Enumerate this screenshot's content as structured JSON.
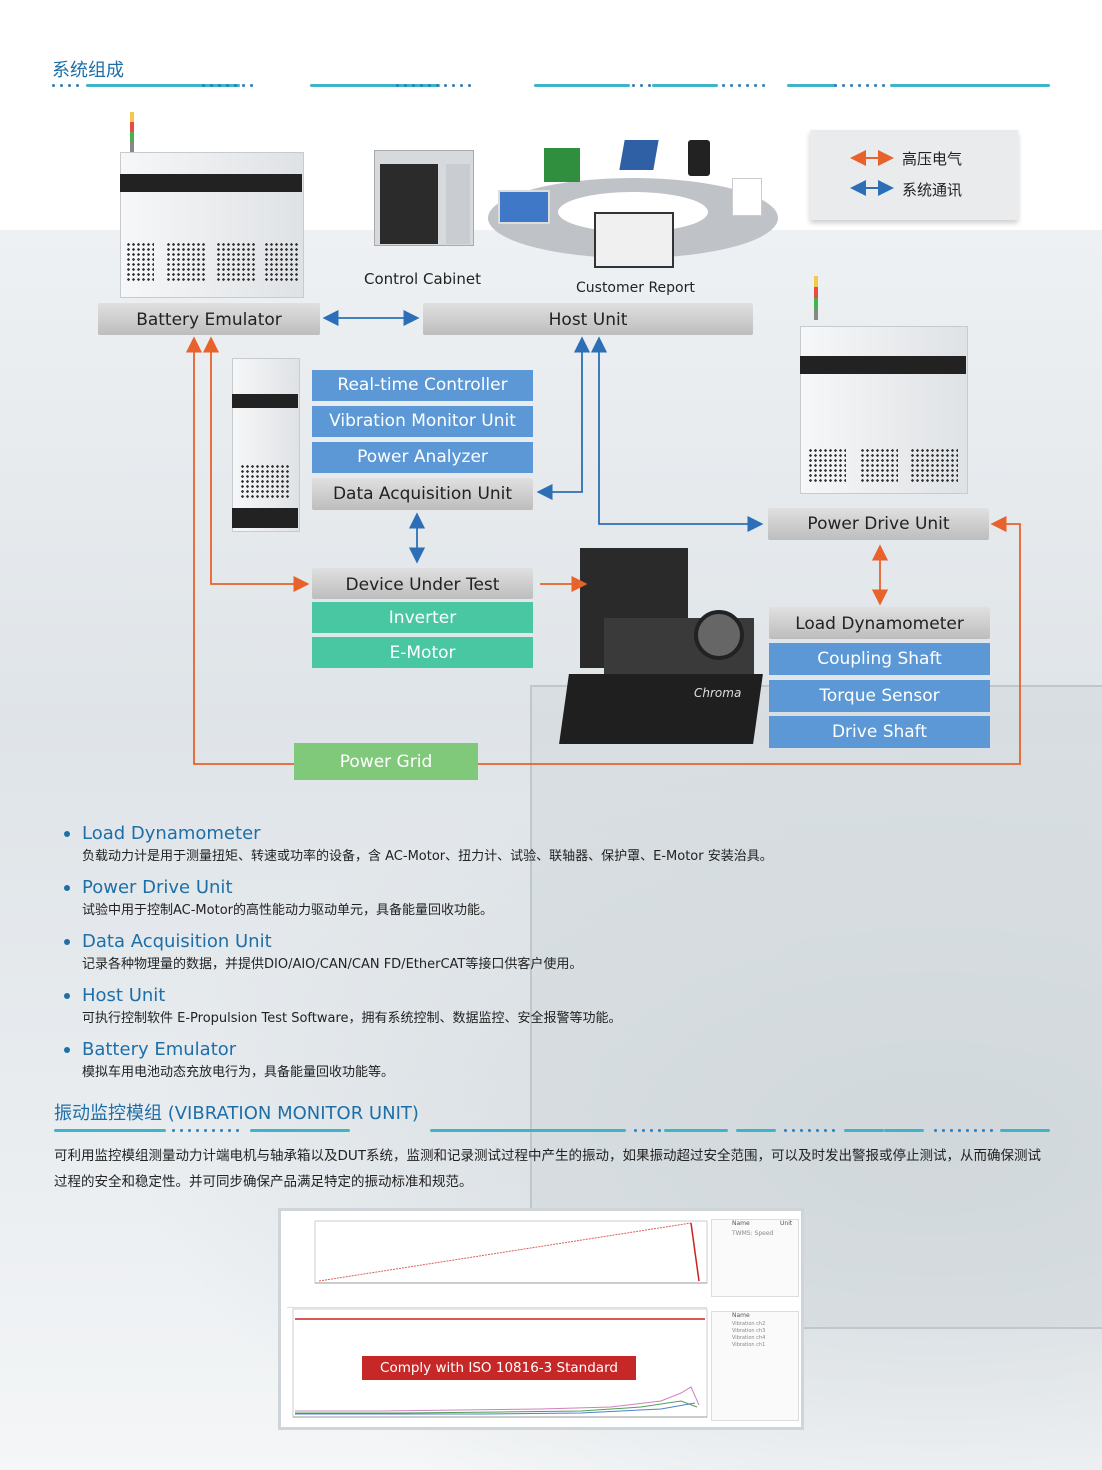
{
  "section1": {
    "title": "系统组成"
  },
  "legend": {
    "items": [
      {
        "label": "高压电气",
        "color": "#e8622c"
      },
      {
        "label": "系统通讯",
        "color": "#2c6fb7"
      }
    ]
  },
  "equipment": {
    "control_cabinet": "Control Cabinet",
    "customer_report": "Customer Report"
  },
  "nodes": {
    "battery_emulator": "Battery Emulator",
    "host_unit": "Host Unit",
    "realtime_controller": "Real-time Controller",
    "vibration_monitor_unit": "Vibration Monitor Unit",
    "power_analyzer": "Power Analyzer",
    "data_acquisition_unit": "Data Acquisition Unit",
    "power_drive_unit": "Power Drive Unit",
    "device_under_test": "Device Under Test",
    "inverter": "Inverter",
    "e_motor": "E-Motor",
    "load_dynamometer": "Load Dynamometer",
    "coupling_shaft": "Coupling Shaft",
    "torque_sensor": "Torque Sensor",
    "drive_shaft": "Drive Shaft",
    "power_grid": "Power Grid"
  },
  "bullets": [
    {
      "title": "Load Dynamometer",
      "desc": "负载动力计是用于测量扭矩、转速或功率的设备，含 AC-Motor、扭力计、试验、联轴器、保护罩、E-Motor 安装治具。"
    },
    {
      "title": "Power Drive Unit",
      "desc": "试验中用于控制AC-Motor的高性能动力驱动单元，具备能量回收功能。"
    },
    {
      "title": "Data Acquisition Unit",
      "desc": "记录各种物理量的数据，并提供DIO/AIO/CAN/CAN FD/EtherCAT等接口供客户使用。"
    },
    {
      "title": "Host Unit",
      "desc": "可执行控制软件 E-Propulsion Test Software，拥有系统控制、数据监控、安全报警等功能。"
    },
    {
      "title": "Battery Emulator",
      "desc": "模拟车用电池动态充放电行为，具备能量回收功能等。"
    }
  ],
  "section2": {
    "title": "振动监控模组 (VIBRATION MONITOR UNIT)",
    "paragraph": "可利用监控模组测量动力计端电机与轴承箱以及DUT系统，监测和记录测试过程中产生的振动，如果振动超过安全范围，可以及时发出警报或停止测试，从而确保测试过程的安全和稳定性。并可同步确保产品满足特定的振动标准和规范。"
  },
  "screenshot": {
    "badge": "Comply with ISO 10816-3 Standard",
    "top_table_headers": [
      "Name",
      "Unit"
    ],
    "top_table_row": "TWMS: Speed",
    "bottom_table_header": "Name",
    "bottom_table_rows": [
      "Vibration ch2",
      "Vibration ch3",
      "Vibration ch4",
      "Vibration ch1"
    ]
  }
}
